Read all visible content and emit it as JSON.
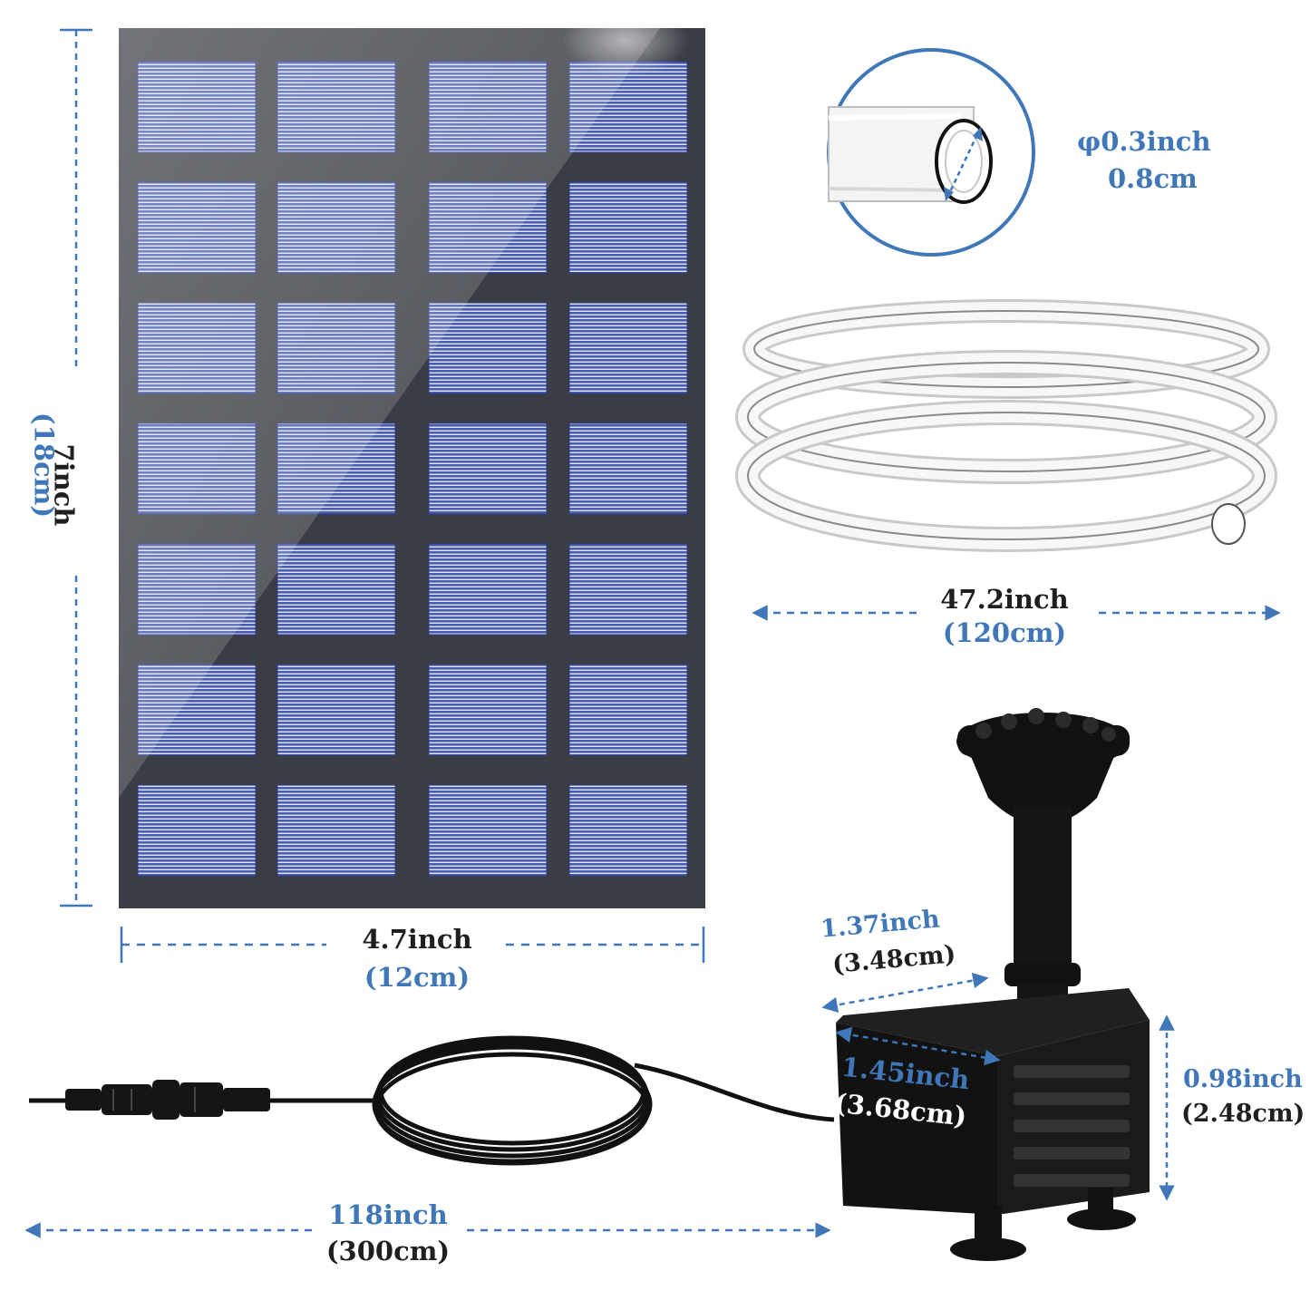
{
  "colors": {
    "accent_blue": "#3f77b8",
    "text_dark": "#1f1f1f",
    "panel_frame": "#3a3d44",
    "cell_blue": "#4b5eb4",
    "pump_black": "#111111"
  },
  "solar_panel": {
    "rows": 7,
    "columns": 4,
    "height_inch": "7inch",
    "height_cm": "(18cm)",
    "width_inch": "4.7inch",
    "width_cm": "(12cm)"
  },
  "tube": {
    "diameter_inch": "φ0.3inch",
    "diameter_cm": "0.8cm",
    "length_inch": "47.2inch",
    "length_cm": "(120cm)"
  },
  "pump": {
    "depth_inch": "1.37inch",
    "depth_cm": "(3.48cm)",
    "width_inch": "1.45inch",
    "width_cm": "(3.68cm)",
    "height_inch": "0.98inch",
    "height_cm": "(2.48cm)"
  },
  "cable": {
    "length_inch": "118inch",
    "length_cm": "(300cm)"
  }
}
